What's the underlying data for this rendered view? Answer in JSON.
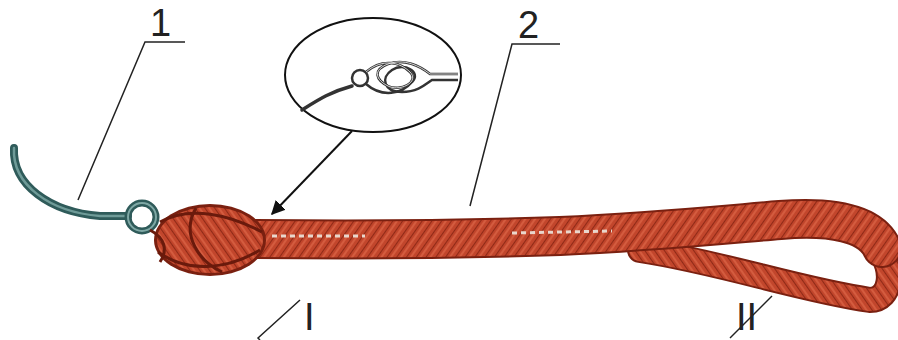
{
  "diagram": {
    "labels": [
      "1",
      "2",
      "I",
      "II"
    ]
  }
}
